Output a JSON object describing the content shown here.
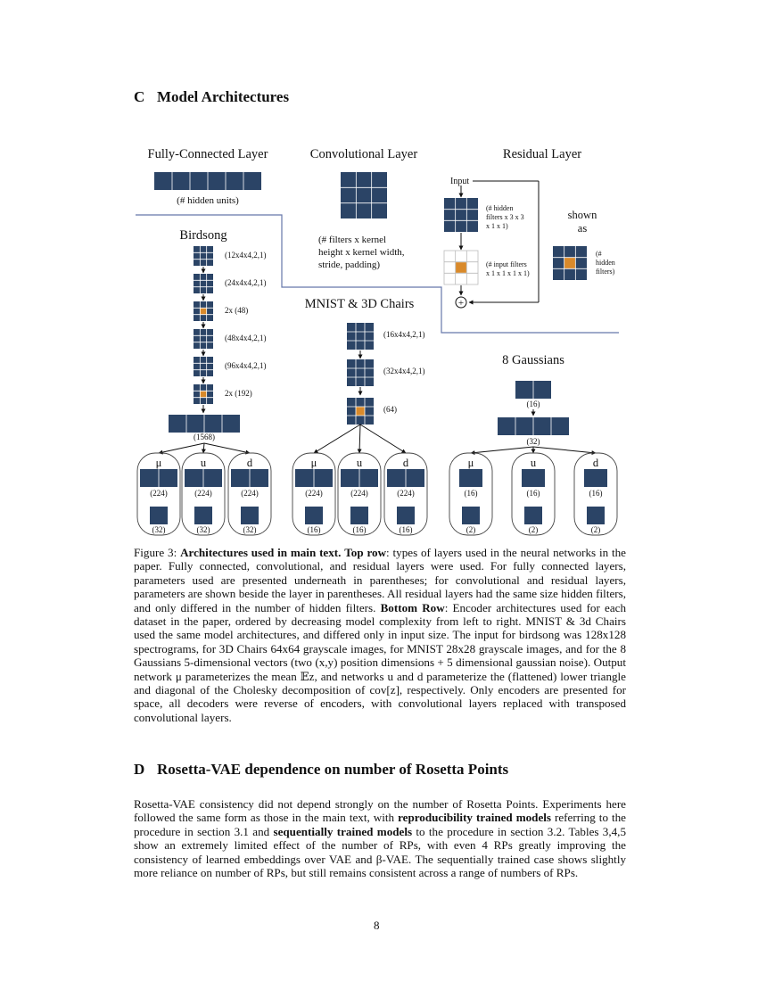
{
  "section_c": {
    "number": "C",
    "title": "Model Architectures"
  },
  "figure": {
    "layer_types": {
      "fc_title": "Fully-Connected Layer",
      "fc_note": "(# hidden units)",
      "conv_title": "Convolutional Layer",
      "conv_note": [
        "(# filters x kernel",
        "height x kernel width,",
        "stride, padding)"
      ],
      "res_title": "Residual Layer",
      "res_input": "Input",
      "res_note1": [
        "(# hidden",
        "filters x 3 x 3",
        "x 1 x 1)"
      ],
      "res_note2": [
        "(# input filters",
        "x 1 x 1 x 1 x 1)"
      ],
      "res_shown_as": [
        "shown",
        "as"
      ],
      "res_hidden": [
        "(#",
        "hidden",
        "filters)"
      ]
    },
    "birdsong": {
      "title": "Birdsong",
      "layers": [
        "(12x4x4,2,1)",
        "(24x4x4,2,1)",
        "2x (48)",
        "(48x4x4,2,1)",
        "(96x4x4,2,1)",
        "2x (192)"
      ],
      "fc": "(1568)",
      "heads": [
        "μ",
        "u",
        "d"
      ],
      "head_fc": [
        "(224)",
        "(224)",
        "(224)"
      ],
      "head_out": [
        "(32)",
        "(32)",
        "(32)"
      ]
    },
    "mnist": {
      "title": "MNIST & 3D Chairs",
      "layers": [
        "(16x4x4,2,1)",
        "(32x4x4,2,1)",
        "(64)"
      ],
      "heads": [
        "μ",
        "u",
        "d"
      ],
      "head_fc": [
        "(224)",
        "(224)",
        "(224)"
      ],
      "head_out": [
        "(16)",
        "(16)",
        "(16)"
      ]
    },
    "gaussians": {
      "title": "8 Gaussians",
      "fc1": "(16)",
      "fc2": "(32)",
      "heads": [
        "μ",
        "u",
        "d"
      ],
      "head_fc": [
        "(16)",
        "(16)",
        "(16)"
      ],
      "head_out": [
        "(2)",
        "(2)",
        "(2)"
      ]
    },
    "colors": {
      "layer": "#2b4466",
      "residual": "#d98a2b",
      "divider": "#6677aa"
    }
  },
  "caption": {
    "lead": "Figure 3: ",
    "bold1": "Architectures used in main text.",
    "bold2": "Top row",
    "t1": ": types of layers used in the neural networks in the paper. Fully connected, convolutional, and residual layers were used. For fully connected layers, parameters used are presented underneath in parentheses; for convolutional and residual layers, parameters are shown beside the layer in parentheses. All residual layers had the same size hidden filters, and only differed in the number of hidden filters. ",
    "bold3": "Bottom Row",
    "t2": ": Encoder architectures used for each dataset in the paper, ordered by decreasing model complexity from left to right. MNIST & 3d Chairs used the same model architectures, and differed only in input size. The input for birdsong was 128x128 spectrograms, for 3D Chairs 64x64 grayscale images, for MNIST 28x28 grayscale images, and for the 8 Gaussians 5-dimensional vectors (two (x,y) position dimensions + 5 dimensional gaussian noise). Output network μ parameterizes the mean 𝔼z, and networks u and d parameterize the (flattened) lower triangle and diagonal of the Cholesky decomposition of cov[z], respectively. Only encoders are presented for space, all decoders were reverse of encoders, with convolutional layers replaced with transposed convolutional layers."
  },
  "section_d": {
    "number": "D",
    "title": "Rosetta-VAE dependence on number of Rosetta Points"
  },
  "paragraph": {
    "t1": "Rosetta-VAE consistency did not depend strongly on the number of Rosetta Points. Experiments here followed the same form as those in the main text, with ",
    "b1": "reproducibility trained models",
    "t2": " referring to the procedure in section 3.1 and ",
    "b2": "sequentially trained models",
    "t3": " to the procedure in section 3.2. Tables 3,4,5 show an extremely limited effect of the number of RPs, with even 4 RPs greatly improving the consistency of learned embeddings over VAE and β-VAE. The sequentially trained case shows slightly more reliance on number of RPs, but still remains consistent across a range of numbers of RPs."
  },
  "page_number": "8"
}
